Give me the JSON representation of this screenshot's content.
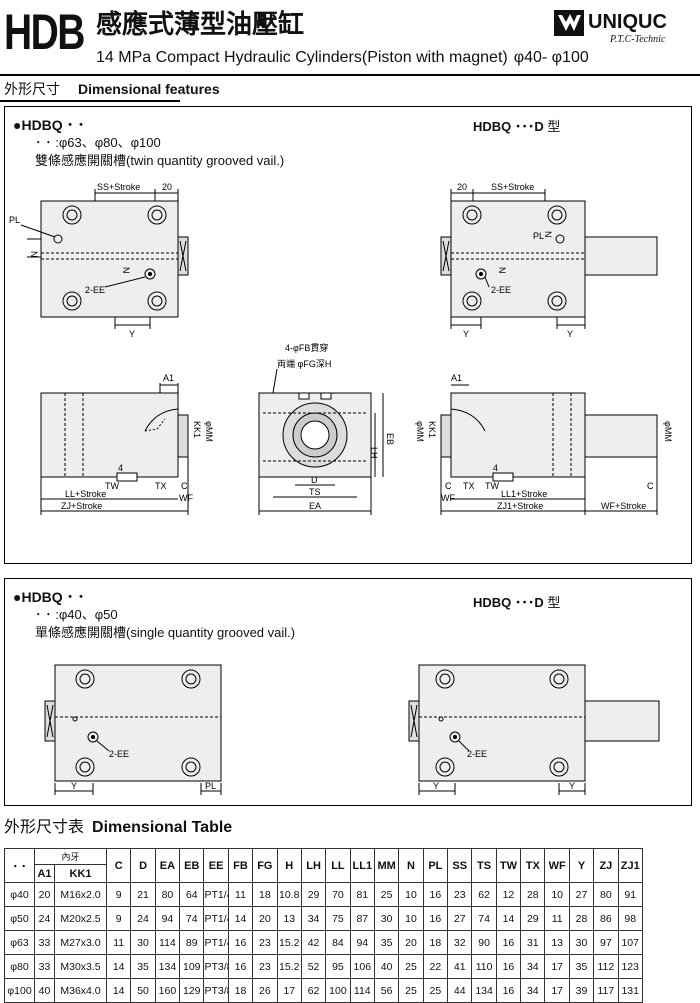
{
  "header": {
    "model": "HDB",
    "title_cn": "感應式薄型油壓缸",
    "title_en": "14 MPa Compact Hydraulic Cylinders(Piston with magnet)",
    "range": "φ40- φ100",
    "brand": "UNIQUC",
    "brand_sub": "P.T.C-Technic"
  },
  "section1": {
    "title_cn": "外形尺寸",
    "title_en": "Dimensional features"
  },
  "panel1": {
    "model": "●HDBQ  ･ ･",
    "sizes": "･ ･ :φ63、φ80、φ100",
    "note": "雙條感應開關槽(twin quantity grooved vail.)",
    "d_model": "HDBQ ･･･D",
    "d_suffix": "型"
  },
  "panel2": {
    "model": "●HDBQ  ･ ･",
    "sizes": "･ ･ :φ40、φ50",
    "note": "單條感應開關槽(single quantity grooved vail.)",
    "d_model": "HDBQ ･･･D",
    "d_suffix": "型"
  },
  "labels": {
    "ss_stroke": "SS+Stroke",
    "twenty": "20",
    "pl": "PL",
    "n": "N",
    "two_ee": "2-EE",
    "y": "Y",
    "a1": "A1",
    "kk1": "KK1",
    "mm": "φMM",
    "tw": "TW",
    "tx": "TX",
    "wf": "WF",
    "c": "C",
    "ll_stroke": "LL+Stroke",
    "zj_stroke": "ZJ+Stroke",
    "ll1_stroke": "LL1+Stroke",
    "zj1_stroke": "ZJ1+Stroke",
    "wf_stroke": "WF+Stroke",
    "fb": "4-φFB貫穿",
    "fg": "両端 φFG深H",
    "d": "D",
    "ts": "TS",
    "ea": "EA",
    "eb": "EB",
    "lh": "LH",
    "four": "4"
  },
  "section2": {
    "title_cn": "外形尺寸表",
    "title_en": "Dimensional Table"
  },
  "table": {
    "corner": "･ ･",
    "thread_group": "內牙",
    "headers": [
      "A1",
      "KK1",
      "C",
      "D",
      "EA",
      "EB",
      "EE",
      "FB",
      "FG",
      "H",
      "LH",
      "LL",
      "LL1",
      "MM",
      "N",
      "PL",
      "SS",
      "TS",
      "TW",
      "TX",
      "WF",
      "Y",
      "ZJ",
      "ZJ1"
    ],
    "rows": [
      [
        "φ40",
        "20",
        "M16x2.0",
        "9",
        "21",
        "80",
        "64",
        "PT1/4",
        "11",
        "18",
        "10.8",
        "29",
        "70",
        "81",
        "25",
        "10",
        "16",
        "23",
        "62",
        "12",
        "28",
        "10",
        "27",
        "80",
        "91"
      ],
      [
        "φ50",
        "24",
        "M20x2.5",
        "9",
        "24",
        "94",
        "74",
        "PT1/4",
        "14",
        "20",
        "13",
        "34",
        "75",
        "87",
        "30",
        "10",
        "16",
        "27",
        "74",
        "14",
        "29",
        "11",
        "28",
        "86",
        "98"
      ],
      [
        "φ63",
        "33",
        "M27x3.0",
        "11",
        "30",
        "114",
        "89",
        "PT1/4",
        "16",
        "23",
        "15.2",
        "42",
        "84",
        "94",
        "35",
        "20",
        "18",
        "32",
        "90",
        "16",
        "31",
        "13",
        "30",
        "97",
        "107"
      ],
      [
        "φ80",
        "33",
        "M30x3.5",
        "14",
        "35",
        "134",
        "109",
        "PT3/8",
        "16",
        "23",
        "15.2",
        "52",
        "95",
        "106",
        "40",
        "25",
        "22",
        "41",
        "110",
        "16",
        "34",
        "17",
        "35",
        "112",
        "123"
      ],
      [
        "φ100",
        "40",
        "M36x4.0",
        "14",
        "50",
        "160",
        "129",
        "PT3/8",
        "18",
        "26",
        "17",
        "62",
        "100",
        "114",
        "56",
        "25",
        "25",
        "44",
        "134",
        "16",
        "34",
        "17",
        "39",
        "117",
        "131"
      ]
    ]
  }
}
